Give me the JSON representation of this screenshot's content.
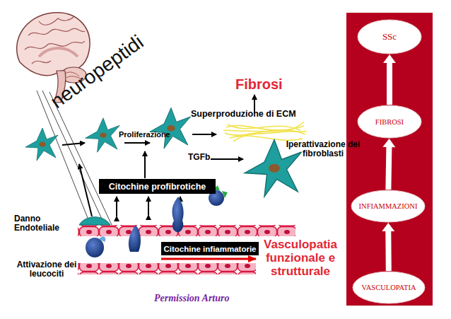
{
  "diagram": {
    "nodes": [
      {
        "text": [
          "Citochine profibrotiche"
        ]
      },
      {
        "text": [
          "Citochine infiammatorie"
        ]
      },
      {
        "text": [
          "SSc"
        ]
      },
      {
        "text": [
          "FIBROSI"
        ]
      },
      {
        "text": [
          "INFIAMMAZIONI"
        ]
      },
      {
        "text": [
          "VASCULOPATIA"
        ]
      }
    ],
    "edges": [
      {
        "from": 5,
        "to": 4,
        "arrow": "to"
      },
      {
        "from": 4,
        "to": 3,
        "arrow": "to"
      },
      {
        "from": 3,
        "to": 2,
        "arrow": "to"
      }
    ],
    "labels": [
      "neuropeptidi",
      "Fibrosi",
      "Superproduzione di ECM",
      "Proliferazione",
      "TGFb",
      "Iperattivazione dei fibroblasti",
      "Danno Endoteliale",
      "Attivazione dei leucociti",
      "Vasculopatia funzionale e strutturale",
      "Permission Arturo"
    ]
  }
}
